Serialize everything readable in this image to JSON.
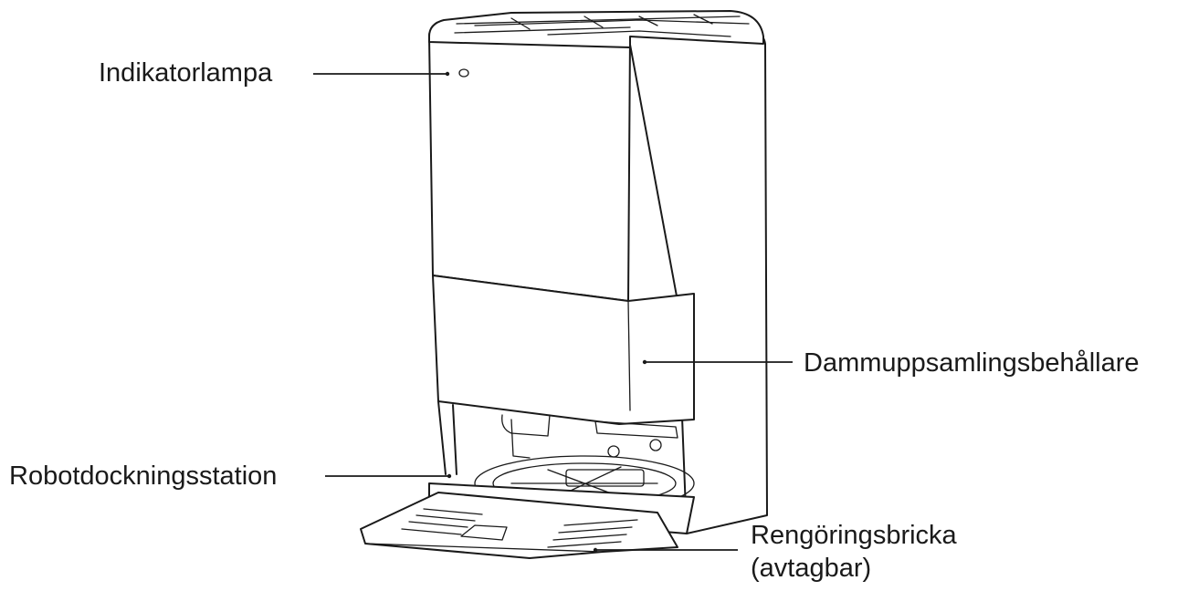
{
  "labels": {
    "indicator": "Indikatorlampa",
    "dust_container": "Dammuppsamlingsbehållare",
    "docking_station": "Robotdockningsstation",
    "tray_line1": "Rengöringsbricka",
    "tray_line2": "(avtagbar)"
  },
  "colors": {
    "line": "#1a1a1a",
    "background": "#ffffff"
  }
}
